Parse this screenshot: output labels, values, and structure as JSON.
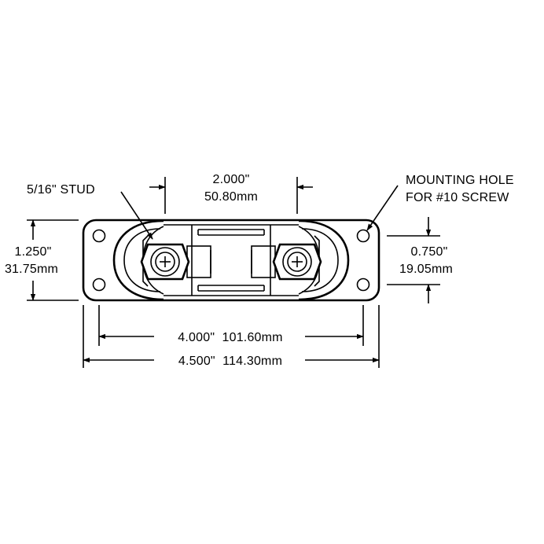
{
  "labels": {
    "stud": "5/16\" STUD",
    "mounting_line1": "MOUNTING HOLE",
    "mounting_line2": "FOR #10 SCREW",
    "stud_spacing_in": "2.000\"",
    "stud_spacing_mm": "50.80mm",
    "height_in": "1.250\"",
    "height_mm": "31.75mm",
    "hole_spacing_v_in": "0.750\"",
    "hole_spacing_v_mm": "19.05mm",
    "hole_spacing_h": "4.000\"  101.60mm",
    "overall_length": "4.500\"  114.30mm"
  },
  "colors": {
    "line": "#000000",
    "background": "#ffffff"
  }
}
